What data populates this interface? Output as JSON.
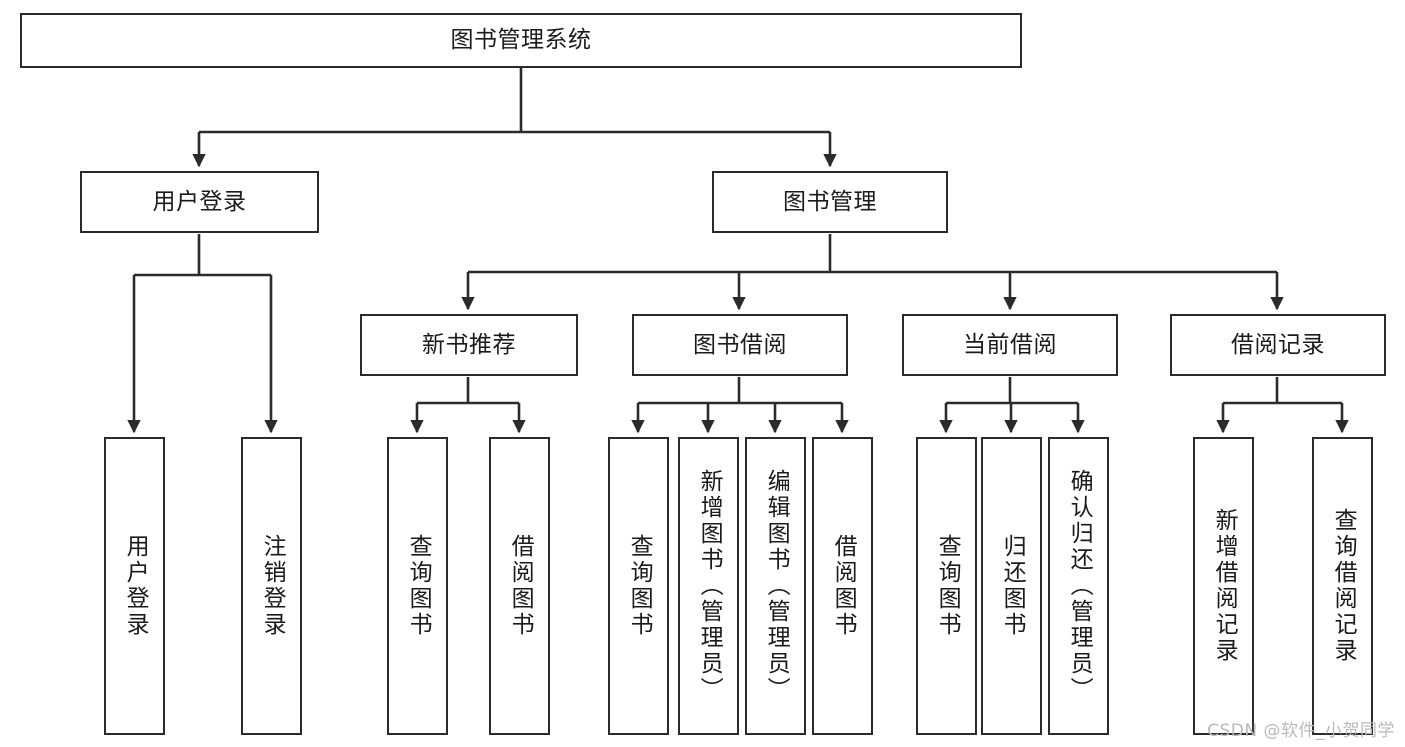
{
  "diagram": {
    "title": "图书管理系统",
    "type": "tree-hierarchy",
    "watermark": "CSDN @软件_小贺同学",
    "colors": {
      "stroke": "#2b2b2b",
      "fill": "#ffffff",
      "text": "#1b1b1b",
      "watermark": "#b9b9b9"
    },
    "nodes": {
      "root": {
        "label": "图书管理系统"
      },
      "level1": [
        {
          "id": "user-login",
          "label": "用户登录"
        },
        {
          "id": "book-management",
          "label": "图书管理"
        }
      ],
      "level2": [
        {
          "id": "new-book-recommend",
          "label": "新书推荐"
        },
        {
          "id": "book-borrow",
          "label": "图书借阅"
        },
        {
          "id": "current-borrow",
          "label": "当前借阅"
        },
        {
          "id": "borrow-record",
          "label": "借阅记录"
        }
      ],
      "leaves": {
        "user-login": [
          {
            "id": "leaf-user-login",
            "label": "用户登录"
          },
          {
            "id": "leaf-logout-login",
            "label": "注销登录"
          }
        ],
        "new-book-recommend": [
          {
            "id": "leaf-query-book-1",
            "label": "查询图书"
          },
          {
            "id": "leaf-borrow-book-1",
            "label": "借阅图书"
          }
        ],
        "book-borrow": [
          {
            "id": "leaf-query-book-2",
            "label": "查询图书"
          },
          {
            "id": "leaf-add-book",
            "label": "新增图书（管理员）"
          },
          {
            "id": "leaf-edit-book",
            "label": "编辑图书（管理员）"
          },
          {
            "id": "leaf-borrow-book-2",
            "label": "借阅图书"
          }
        ],
        "current-borrow": [
          {
            "id": "leaf-query-book-3",
            "label": "查询图书"
          },
          {
            "id": "leaf-return-book",
            "label": "归还图书"
          },
          {
            "id": "leaf-confirm-return",
            "label": "确认归还（管理员）"
          }
        ],
        "borrow-record": [
          {
            "id": "leaf-add-record",
            "label": "新增借阅记录"
          },
          {
            "id": "leaf-query-record",
            "label": "查询借阅记录"
          }
        ]
      }
    }
  }
}
